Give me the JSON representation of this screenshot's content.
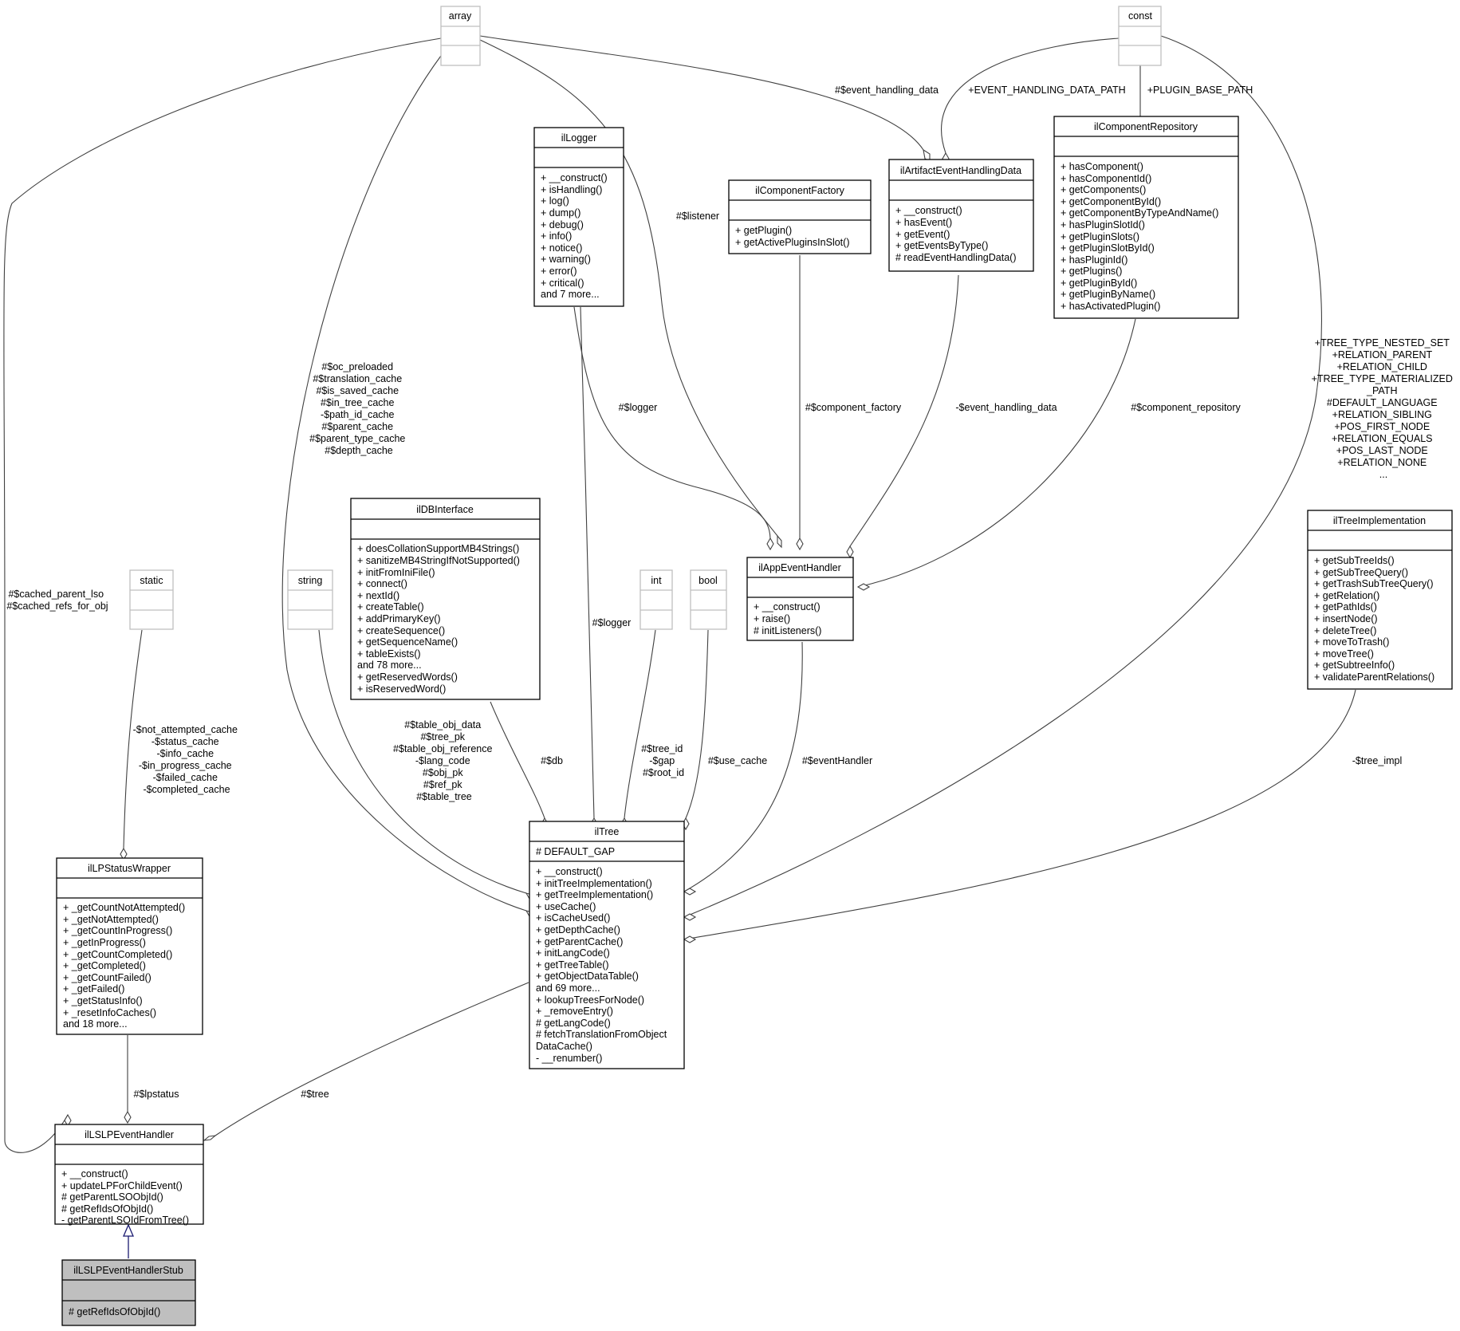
{
  "classes": {
    "array": {
      "name": "array",
      "members": []
    },
    "const": {
      "name": "const",
      "members": []
    },
    "static": {
      "name": "static",
      "members": []
    },
    "string": {
      "name": "string",
      "members": []
    },
    "int": {
      "name": "int",
      "members": []
    },
    "bool": {
      "name": "bool",
      "members": []
    },
    "ilLogger": {
      "name": "ilLogger",
      "members": [
        "+ __construct()",
        "+ isHandling()",
        "+ log()",
        "+ dump()",
        "+ debug()",
        "+ info()",
        "+ notice()",
        "+ warning()",
        "+ error()",
        "+ critical()",
        "and 7 more..."
      ]
    },
    "ilComponentFactory": {
      "name": "ilComponentFactory",
      "members": [
        "+ getPlugin()",
        "+ getActivePluginsInSlot()"
      ]
    },
    "ilArtifactEventHandlingData": {
      "name": "ilArtifactEventHandlingData",
      "members": [
        "+ __construct()",
        "+ hasEvent()",
        "+ getEvent()",
        "+ getEventsByType()",
        "# readEventHandlingData()"
      ]
    },
    "ilComponentRepository": {
      "name": "ilComponentRepository",
      "members": [
        "+ hasComponent()",
        "+ hasComponentId()",
        "+ getComponents()",
        "+ getComponentById()",
        "+ getComponentByTypeAndName()",
        "+ hasPluginSlotId()",
        "+ getPluginSlots()",
        "+ getPluginSlotById()",
        "+ hasPluginId()",
        "+ getPlugins()",
        "+ getPluginById()",
        "+ getPluginByName()",
        "+ hasActivatedPlugin()"
      ]
    },
    "ilDBInterface": {
      "name": "ilDBInterface",
      "members": [
        "+ doesCollationSupportMB4Strings()",
        "+ sanitizeMB4StringIfNotSupported()",
        "+ initFromIniFile()",
        "+ connect()",
        "+ nextId()",
        "+ createTable()",
        "+ addPrimaryKey()",
        "+ createSequence()",
        "+ getSequenceName()",
        "+ tableExists()",
        "and 78 more...",
        "+ getReservedWords()",
        "+ isReservedWord()"
      ]
    },
    "ilAppEventHandler": {
      "name": "ilAppEventHandler",
      "members": [
        "+ __construct()",
        "+ raise()",
        "# initListeners()"
      ]
    },
    "ilTreeImplementation": {
      "name": "ilTreeImplementation",
      "members": [
        "+ getSubTreeIds()",
        "+ getSubTreeQuery()",
        "+ getTrashSubTreeQuery()",
        "+ getRelation()",
        "+ getPathIds()",
        "+ insertNode()",
        "+ deleteTree()",
        "+ moveToTrash()",
        "+ moveTree()",
        "+ getSubtreeInfo()",
        "+ validateParentRelations()"
      ]
    },
    "ilLPStatusWrapper": {
      "name": "ilLPStatusWrapper",
      "members": [
        "+ _getCountNotAttempted()",
        "+ _getNotAttempted()",
        "+ _getCountInProgress()",
        "+ _getInProgress()",
        "+ _getCountCompleted()",
        "+ _getCompleted()",
        "+ _getCountFailed()",
        "+ _getFailed()",
        "+ _getStatusInfo()",
        "+ _resetInfoCaches()",
        "and 18 more..."
      ]
    },
    "ilTree": {
      "name": "ilTree",
      "attributes": [
        "# DEFAULT_GAP"
      ],
      "members": [
        "+ __construct()",
        "+ initTreeImplementation()",
        "+ getTreeImplementation()",
        "+ useCache()",
        "+ isCacheUsed()",
        "+ getDepthCache()",
        "+ getParentCache()",
        "+ initLangCode()",
        "+ getTreeTable()",
        "+ getObjectDataTable()",
        "and 69 more...",
        "+ lookupTreesForNode()",
        "+ _removeEntry()",
        "# getLangCode()",
        "# fetchTranslationFromObject",
        "DataCache()",
        "- __renumber()"
      ]
    },
    "ilLSLPEventHandler": {
      "name": "ilLSLPEventHandler",
      "members": [
        "+ __construct()",
        "+ updateLPForChildEvent()",
        "# getParentLSOObjId()",
        "# getRefIdsOfObjId()",
        "- getParentLSOIdFromTree()"
      ]
    },
    "ilLSLPEventHandlerStub": {
      "name": "ilLSLPEventHandlerStub",
      "members": [
        "# getRefIdsOfObjId()"
      ]
    }
  },
  "edge_labels": {
    "event_handling_data_hash": [
      "#$event_handling_data"
    ],
    "event_handling_data_path": [
      "+EVENT_HANDLING_DATA_PATH"
    ],
    "plugin_base_path": [
      "+PLUGIN_BASE_PATH"
    ],
    "listener": [
      "#$listener"
    ],
    "array_caches": [
      "#$oc_preloaded",
      "#$translation_cache",
      "#$is_saved_cache",
      "#$in_tree_cache",
      "-$path_id_cache",
      "#$parent_cache",
      "#$parent_type_cache",
      "#$depth_cache"
    ],
    "logger_app": [
      "#$logger"
    ],
    "component_factory": [
      "#$component_factory"
    ],
    "event_handling_data_private": [
      "-$event_handling_data"
    ],
    "component_repository": [
      "#$component_repository"
    ],
    "const_tree": [
      "+TREE_TYPE_NESTED_SET",
      "+RELATION_PARENT",
      "+RELATION_CHILD",
      "+TREE_TYPE_MATERIALIZED",
      "_PATH",
      "#DEFAULT_LANGUAGE",
      "+RELATION_SIBLING",
      "+POS_FIRST_NODE",
      "+RELATION_EQUALS",
      "+POS_LAST_NODE",
      "+RELATION_NONE",
      "..."
    ],
    "cached_parent": [
      "#$cached_parent_lso",
      "#$cached_refs_for_obj"
    ],
    "status_caches": [
      "-$not_attempted_cache",
      "-$status_cache",
      "-$info_cache",
      "-$in_progress_cache",
      "-$failed_cache",
      "-$completed_cache"
    ],
    "logger_tree": [
      "#$logger"
    ],
    "string_tree": [
      "#$table_obj_data",
      "#$tree_pk",
      "#$table_obj_reference",
      "-$lang_code",
      "#$obj_pk",
      "#$ref_pk",
      "#$table_tree"
    ],
    "db": [
      "#$db"
    ],
    "int_tree": [
      "#$tree_id",
      "-$gap",
      "#$root_id"
    ],
    "use_cache": [
      "#$use_cache"
    ],
    "event_handler": [
      "#$eventHandler"
    ],
    "tree_impl": [
      "-$tree_impl"
    ],
    "lpstatus": [
      "#$lpstatus"
    ],
    "tree": [
      "#$tree"
    ]
  }
}
